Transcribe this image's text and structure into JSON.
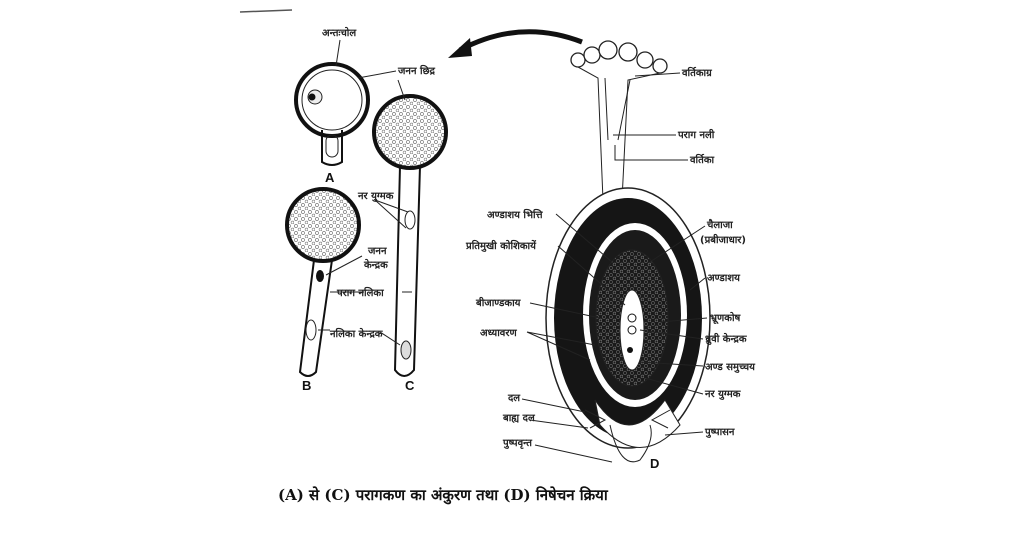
{
  "figure": {
    "caption": "(A) से (C) परागकण का अंकुरण तथा (D) निषेचन क्रिया",
    "panel_letters": {
      "a": "A",
      "b": "B",
      "c": "C",
      "d": "D"
    },
    "pollen_labels": {
      "intine": "अन्तःचोल",
      "germ_pore": "जनन छिद्र",
      "male_gametes": "नर युग्मक",
      "generative_nucleus_1": "जनन",
      "generative_nucleus_2": "केन्द्रक",
      "pollen_tube": "पराग नलिका",
      "tube_nucleus": "नलिका केन्द्रक"
    },
    "pistil_labels_right": {
      "stigma": "वर्तिकाग्र",
      "pollen_tube": "पराग नली",
      "style": "वर्तिका",
      "chalaza_1": "चैलाजा",
      "chalaza_2": "(प्रबीजाधार)",
      "ovary": "अण्डाशय",
      "embryo_sac": "भ्रूणकोष",
      "polar_nuclei": "ध्रुवी केन्द्रक",
      "egg_apparatus": "अण्ड समुच्चय",
      "male_gamete": "नर युग्मक",
      "receptacle": "पुष्पासन"
    },
    "pistil_labels_left": {
      "ovary_wall": "अण्डाशय भित्ति",
      "antipodal_cells": "प्रतिमुखी कोशिकायें",
      "nucellus": "बीजाण्डकाय",
      "integuments": "अध्यावरण",
      "petal": "दल",
      "sepal": "बाह्य दल",
      "pedicel": "पुष्पवृन्त"
    }
  }
}
